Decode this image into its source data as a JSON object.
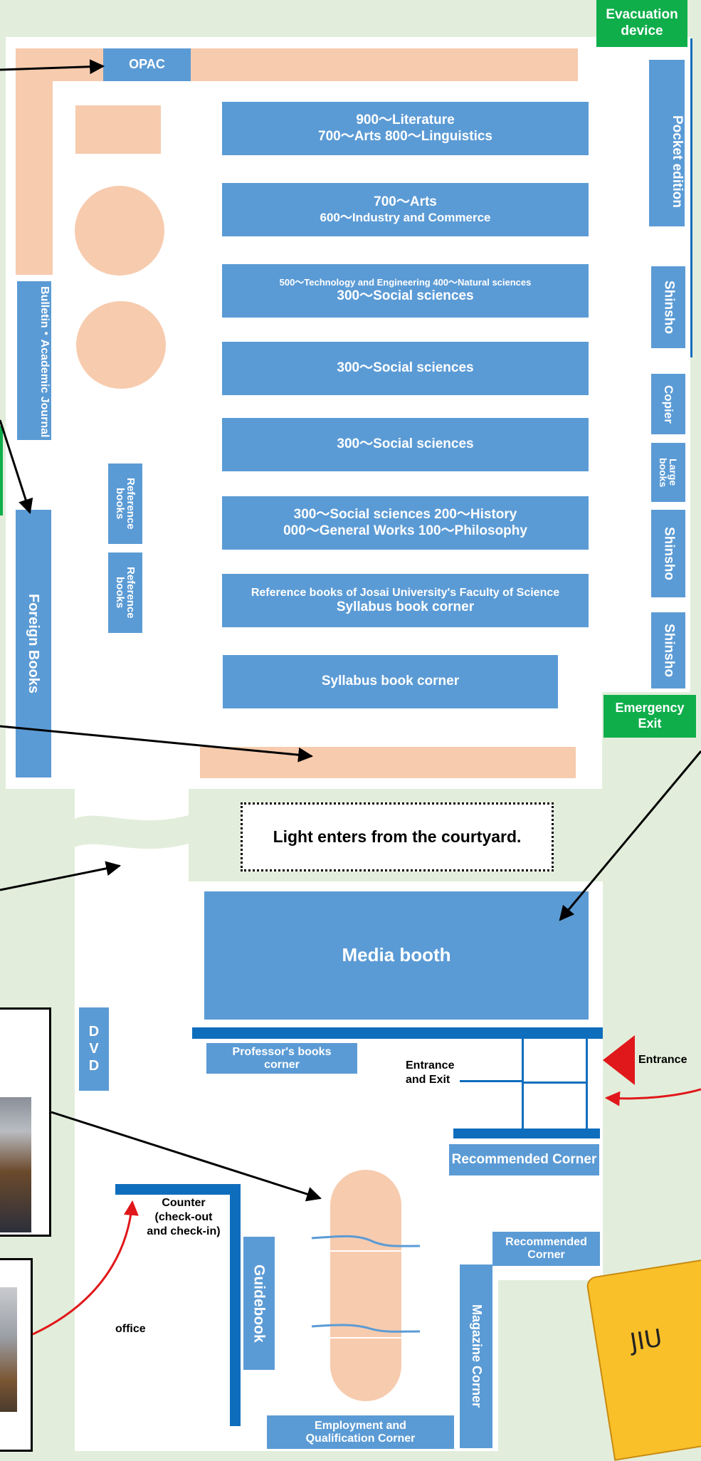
{
  "map": {
    "top_bar": {
      "opac": "OPAC"
    },
    "evacuation_device": [
      "Evacuation",
      "device"
    ],
    "emergency_exit": [
      "Emergency",
      "Exit"
    ],
    "shelves": [
      {
        "line1": "900～Literature",
        "line2": "700～Arts  800～Linguistics"
      },
      {
        "line1": "700～Arts",
        "line2": "600～Industry and Commerce"
      },
      {
        "line1": "500～Technology and Engineering  400～Natural sciences",
        "line2": "300～Social sciences"
      },
      {
        "line1": "300～Social sciences"
      },
      {
        "line1": "300～Social sciences"
      },
      {
        "line1": "300～Social sciences  200～History",
        "line2": "000～General Works  100～Philosophy"
      },
      {
        "line1": "Reference books  of Josai University's Faculty of Science",
        "line2": "Syllabus book corner"
      },
      {
        "line1": "Syllabus book corner"
      }
    ],
    "right_column": {
      "pocket_edition": "Pocket edition",
      "shinsho_1": "Shinsho",
      "copier": "Copier",
      "large_books": "Large books",
      "shinsho_2": "Shinsho",
      "shinsho_3": "Shinsho"
    },
    "left_column": {
      "bulletin": "Bulletin・Academic Journal",
      "foreign_books": "Foreign Books",
      "reference_1": "Reference books",
      "reference_2": "Reference books"
    },
    "courtyard_note": "Light enters from the courtyard.",
    "media_booth": "Media booth",
    "dvd": "DVD",
    "professors_corner": [
      "Professor's books",
      "corner"
    ],
    "entrance_exit": [
      "Entrance",
      "and Exit"
    ],
    "entrance": "Entrance",
    "recommended_corner_1": "Recommended Corner",
    "recommended_corner_2": [
      "Recommended",
      "Corner"
    ],
    "counter": [
      "Counter",
      "(check-out",
      "and check-in)"
    ],
    "guidebook": "Guidebook",
    "magazine_corner": "Magazine Corner",
    "office": "office",
    "employment_corner": [
      "Employment and",
      "Qualification Corner"
    ],
    "jiu_sign": "JIU"
  },
  "colors": {
    "shelf_blue": "#5b9bd5",
    "wall_blue": "#0f6dbd",
    "peach": "#f7cbae",
    "exit_green": "#0fae4b",
    "background_green": "#e2eedb",
    "arrow_red": "#e0181b",
    "sign_yellow": "#f9c02a"
  }
}
